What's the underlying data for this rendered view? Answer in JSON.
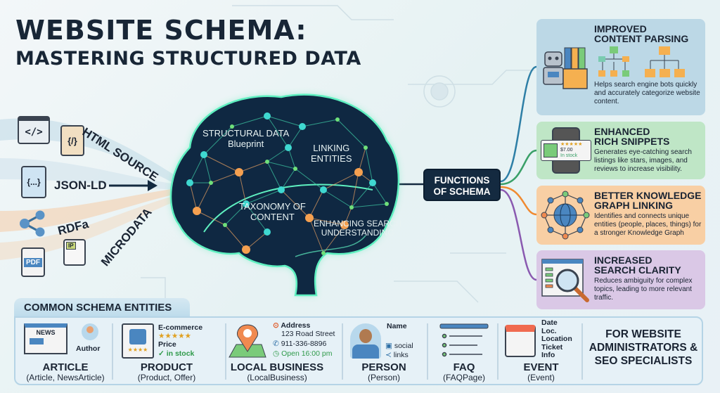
{
  "title": {
    "line1": "WEBSITE SCHEMA:",
    "line2": "MASTERING STRUCTURED DATA"
  },
  "sources": {
    "html": "HTML SOURCE",
    "jsonld": "JSON-LD",
    "rdfa": "RDFa",
    "microdata": "MICRODATA",
    "html_icon": "</>",
    "file_icon": "{/}",
    "json_icon": "{...}",
    "pdf": "PDF",
    "ip": "IP"
  },
  "brain": {
    "structural": "STRUCTURAL DATA",
    "blueprint": "Blueprint",
    "linking1": "LINKING",
    "linking2": "ENTITIES",
    "taxonomy1": "TAXONOMY OF",
    "taxonomy2": "CONTENT",
    "enhancing1": "ENHANCING SEARCH",
    "enhancing2": "UNDERSTANDING"
  },
  "functions": {
    "line1": "FUNCTIONS",
    "line2": "OF SCHEMA"
  },
  "cards": [
    {
      "title1": "IMPROVED",
      "title2": "CONTENT PARSING",
      "desc": "Helps search engine bots quickly and accurately categorize website content.",
      "color": "#bcd8e6"
    },
    {
      "title1": "ENHANCED",
      "title2": "RICH SNIPPETS",
      "desc": "Generates eye-catching search listings like stars, images, and reviews to increase visibility.",
      "color": "#bfe6c6",
      "price": "$7.00",
      "stock": "In stock",
      "stars": "★★★★★"
    },
    {
      "title1": "BETTER KNOWLEDGE",
      "title2": "GRAPH LINKING",
      "desc": "Identifies and connects unique entities (people, places, things) for a stronger Knowledge Graph",
      "color": "#f8cfa4"
    },
    {
      "title1": "INCREASED",
      "title2": "SEARCH CLARITY",
      "desc": "Reduces ambiguity for complex topics, leading to more relevant traffic.",
      "color": "#dac8e6"
    }
  ],
  "entities": {
    "header": "COMMON SCHEMA ENTITIES",
    "article": {
      "name": "ARTICLE",
      "sub": "(Article, NewsArticle)",
      "news": "NEWS",
      "author": "Author"
    },
    "product": {
      "name": "PRODUCT",
      "sub": "(Product, Offer)",
      "ecommerce": "E-commerce",
      "stars": "★★★★★",
      "price": "Price",
      "stock": "in stock",
      "mini_stars": "★★★★"
    },
    "local": {
      "name": "LOCAL BUSINESS",
      "sub": "(LocalBusiness)",
      "address_label": "Address",
      "address": "123 Road Street",
      "phone": "911-336-8896",
      "open": "Open 16:00 pm"
    },
    "person": {
      "name": "PERSON",
      "sub": "(Person)",
      "label": "Name",
      "social": "social",
      "links": "links"
    },
    "faq": {
      "name": "FAQ",
      "sub": "(FAQPage)"
    },
    "event": {
      "name": "EVENT",
      "sub": "(Event)",
      "date": "Date",
      "loc": "Loc.",
      "location": "Location",
      "ticket": "Ticket",
      "info": "Info"
    },
    "audience": "FOR WEBSITE ADMINISTRATORS & SEO SPECIALISTS"
  },
  "colors": {
    "navy": "#142a40",
    "glow": "#4ee8b0",
    "orange": "#f5a050",
    "green": "#6fe07a"
  }
}
